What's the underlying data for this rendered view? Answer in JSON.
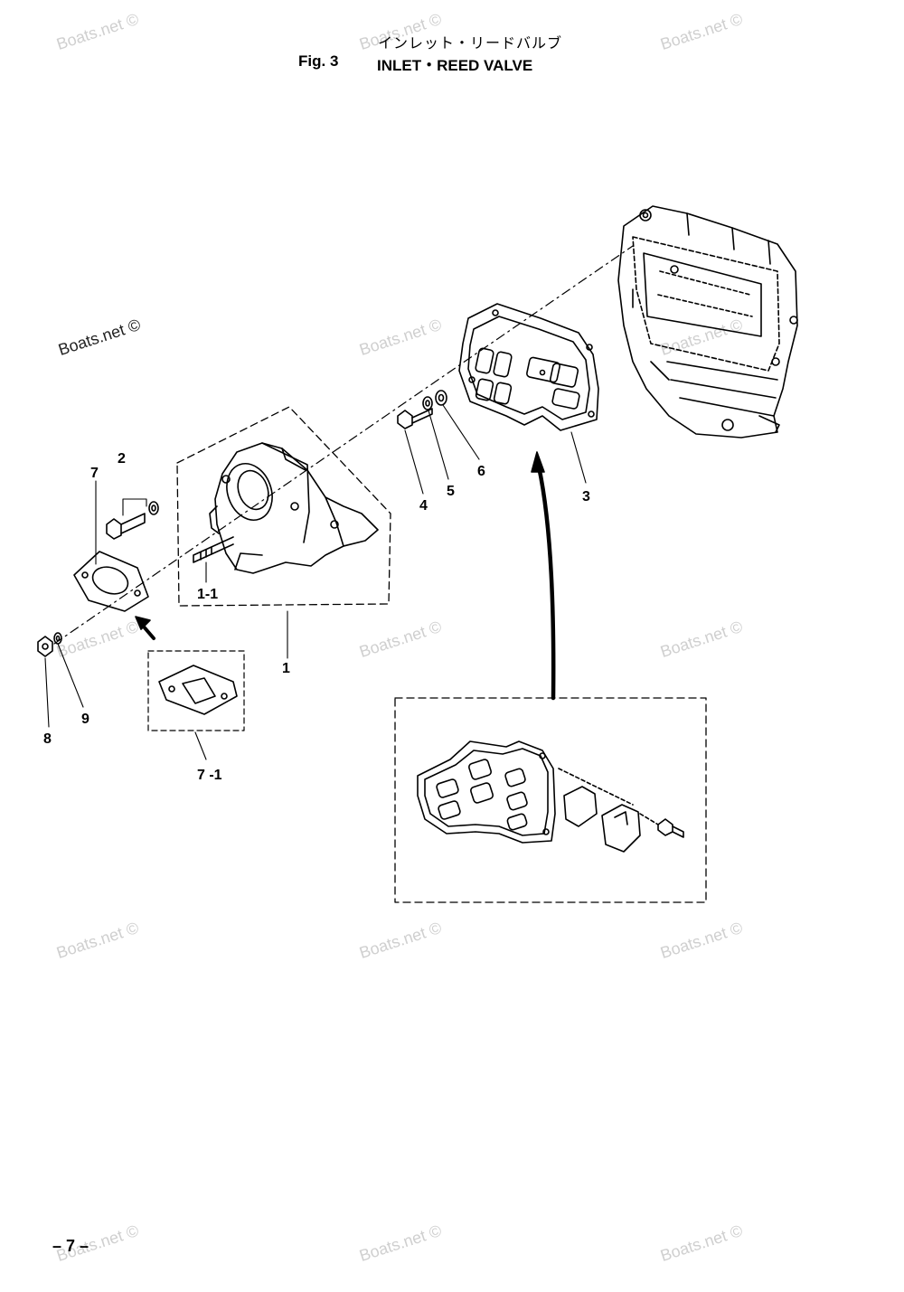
{
  "header": {
    "title_jp": "インレット・リードバルブ",
    "fig_number": "Fig. 3",
    "title_en": "INLET・REED VALVE"
  },
  "watermarks": {
    "text": "Boats.net ©"
  },
  "parts": {
    "p1": "1",
    "p1_1": "1-1",
    "p2": "2",
    "p3": "3",
    "p4": "4",
    "p5": "5",
    "p6": "6",
    "p7": "7",
    "p7_1": "7 -1",
    "p8": "8",
    "p9": "9"
  },
  "footer": {
    "page_number": "– 7 –"
  }
}
